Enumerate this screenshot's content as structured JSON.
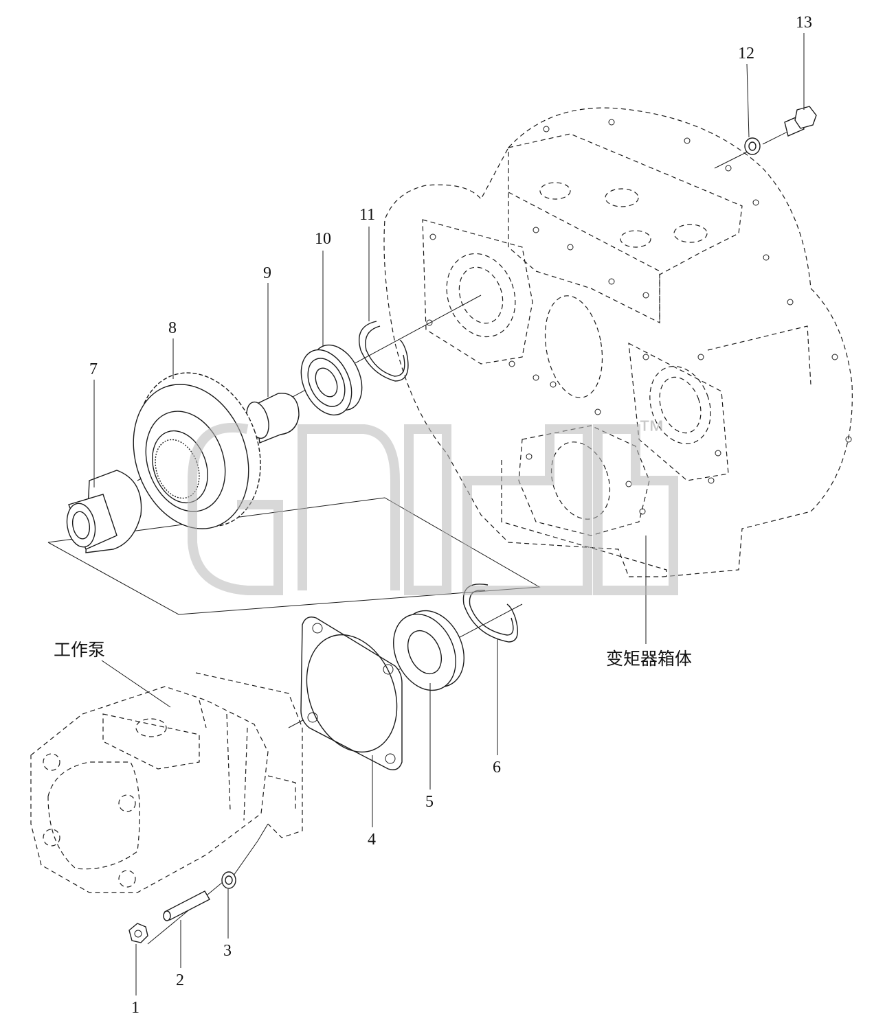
{
  "diagram": {
    "callouts": [
      {
        "id": "1",
        "text": "1"
      },
      {
        "id": "2",
        "text": "2"
      },
      {
        "id": "3",
        "text": "3"
      },
      {
        "id": "4",
        "text": "4"
      },
      {
        "id": "5",
        "text": "5"
      },
      {
        "id": "6",
        "text": "6"
      },
      {
        "id": "7",
        "text": "7"
      },
      {
        "id": "8",
        "text": "8"
      },
      {
        "id": "9",
        "text": "9"
      },
      {
        "id": "10",
        "text": "10"
      },
      {
        "id": "11",
        "text": "11"
      },
      {
        "id": "12",
        "text": "12"
      },
      {
        "id": "13",
        "text": "13"
      }
    ],
    "labels": {
      "pump": "工作泵",
      "housing": "变矩器箱体"
    },
    "watermark": {
      "trademark": "™"
    }
  }
}
